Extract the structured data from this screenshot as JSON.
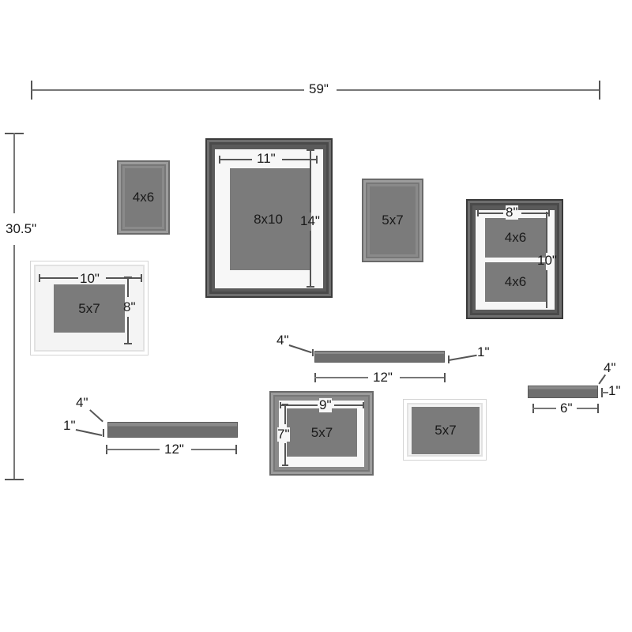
{
  "overall": {
    "width_label": "59\"",
    "height_label": "30.5\""
  },
  "frames": [
    {
      "id": "frame-4x6-small",
      "photo_label": "4x6",
      "finish": "gray"
    },
    {
      "id": "frame-8x10",
      "photo_label": "8x10",
      "finish": "dark",
      "width_label": "11\"",
      "height_label": "14\""
    },
    {
      "id": "frame-5x7-gray-portrait",
      "photo_label": "5x7",
      "finish": "gray"
    },
    {
      "id": "frame-double-4x6",
      "photo_labels": [
        "4x6",
        "4x6"
      ],
      "finish": "dark",
      "width_label": "8\"",
      "height_label": "10\""
    },
    {
      "id": "frame-5x7-white-landscape",
      "photo_label": "5x7",
      "finish": "white",
      "width_label": "10\"",
      "height_label": "8\""
    },
    {
      "id": "frame-5x7-gray-landscape",
      "photo_label": "5x7",
      "finish": "gray",
      "width_label": "9\"",
      "height_label": "7\""
    },
    {
      "id": "frame-5x7-white-small",
      "photo_label": "5x7",
      "finish": "white"
    }
  ],
  "shelves": [
    {
      "id": "shelf-12-center",
      "depth_label": "4\"",
      "height_label": "1\"",
      "length_label": "12\""
    },
    {
      "id": "shelf-12-left",
      "depth_label": "4\"",
      "height_label": "1\"",
      "length_label": "12\""
    },
    {
      "id": "shelf-6-right",
      "depth_label": "4\"",
      "height_label": "1\"",
      "length_label": "6\""
    }
  ],
  "colors": {
    "photo": "#7b7b7b",
    "frame_dark": "#4a4a4a",
    "frame_gray": "#8a8a8a",
    "frame_white": "#f4f4f4",
    "dimension_line": "#777777"
  }
}
